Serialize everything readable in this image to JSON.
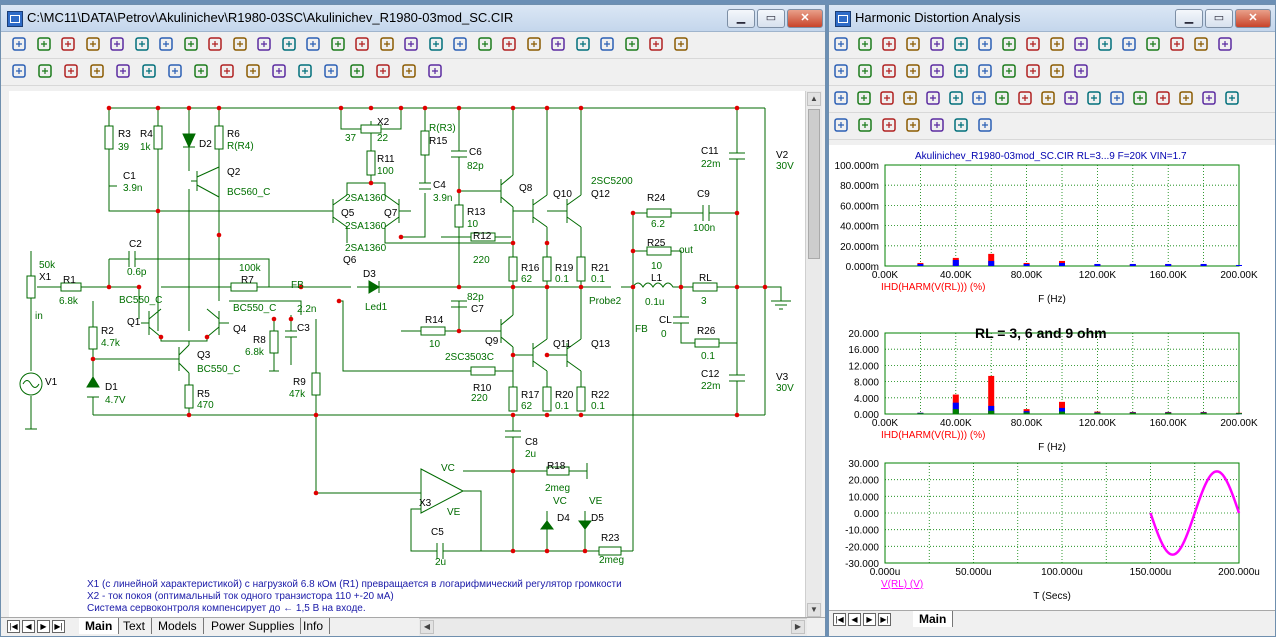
{
  "left_window": {
    "title": "C:\\MC11\\DATA\\Petrov\\Akulinichev\\R1980-03SC\\Akulinichev_R1980-03mod_SC.CIR",
    "notes": [
      "X1 (с линейной характеристикой) с нагрузкой 6.8 кОм (R1) превращается в логарифмический регулятор громкости",
      "X2 - ток покоя (оптимальный ток одного транзистора 110 +-20 мА)",
      "Система сервоконтроля компенсирует до ← 1,5 В на входе."
    ],
    "tabs": [
      "Main",
      "Text",
      "Models",
      "Power Supplies",
      "Info"
    ],
    "active_tab": "Main",
    "schematic": {
      "labels": {
        "r3": "R3",
        "r3v": "39",
        "r4": "R4",
        "r4v": "1k",
        "d2": "D2",
        "r6": "R6",
        "r6v": "R(R4)",
        "c1": "C1",
        "c1v": "3.9n",
        "q2": "Q2",
        "q2m": "BC560_C",
        "x2": "X2",
        "x2a": "37",
        "x2b": "22",
        "r11": "R11",
        "r11v": "100",
        "r15": "R(R3)",
        "r15n": "R15",
        "c6": "C6",
        "c6v": "82p",
        "c4": "C4",
        "c4v": "3.9n",
        "q5": "Q5",
        "q5m": "2SA1360",
        "q7": "Q7",
        "q7m": "2SA1360",
        "q7m2": "2SA1360",
        "r13": "R13",
        "r13v": "10",
        "q8": "Q8",
        "q10": "Q10",
        "q12": "Q12",
        "q12m": "2SC5200",
        "c11": "C11",
        "c11v": "22m",
        "v2": "V2",
        "v2v": "30V",
        "r24": "R24",
        "r24v": "6.2",
        "c9": "C9",
        "c9v": "100n",
        "r25": "R25",
        "r25v": "10",
        "out": "out",
        "r12": "R12",
        "r12v": "220",
        "x1": "X1",
        "x1v": "50k",
        "r1": "R1",
        "r1v": "6.8k",
        "c2": "C2",
        "c2v": "0.6p",
        "r7": "R7",
        "r7v": "100k",
        "fb": "FB",
        "q6": "Q6",
        "r16": "R16",
        "r16v": "62",
        "r19": "R19",
        "r19v": "0.1",
        "r21": "R21",
        "r21v": "0.1",
        "l1": "L1",
        "l1v": "0.1u",
        "rl": "RL",
        "rlv": "3",
        "d3": "D3",
        "led": "Led1",
        "probe": "Probe2",
        "q1m": "BC550_C",
        "q1": "Q1",
        "q4": "Q4",
        "q4m": "BC550_C",
        "c3v": "2.2n",
        "c3": "C3",
        "c7": "C7",
        "c7v": "82p",
        "cl": "CL",
        "clv": "0",
        "fb2": "FB",
        "r2": "R2",
        "r2v": "4.7k",
        "r14": "R14",
        "r14v": "10",
        "r8": "R8",
        "r8v": "6.8k",
        "r26": "R26",
        "r26v": "0.1",
        "q3": "Q3",
        "q3m": "BC550_C",
        "q9": "Q9",
        "q9m": "2SC3503C",
        "q11": "Q11",
        "q13": "Q13",
        "r9": "R9",
        "r9v": "47k",
        "v1": "V1",
        "d1": "D1",
        "d1v": "4.7V",
        "r5": "R5",
        "r5v": "470",
        "c12": "C12",
        "c12v": "22m",
        "v3": "V3",
        "v3v": "30V",
        "r10": "R10",
        "r10v": "220",
        "r17": "R17",
        "r17v": "62",
        "r20": "R20",
        "r20v": "0.1",
        "r22": "R22",
        "r22v": "0.1",
        "c8": "C8",
        "c8v": "2u",
        "vc": "VC",
        "r18": "R18",
        "r18v": "2meg",
        "x3": "X3",
        "ve": "VE",
        "vc2": "VC",
        "ve2": "VE",
        "d4": "D4",
        "d5": "D5",
        "c5": "C5",
        "c5v": "2u",
        "r23": "R23",
        "r23v": "2meg",
        "in": "in"
      }
    }
  },
  "right_window": {
    "title": "Harmonic Distortion Analysis",
    "tabs": [
      "Main"
    ],
    "active_tab": "Main",
    "annotation": "RL = 3, 6 and 9 ohm",
    "plot_title": "Akulinichev_R1980-03mod_SC.CIR RL=3...9 F=20K VIN=1.7"
  },
  "chart_data": [
    {
      "type": "bar",
      "title": "Akulinichev_R1980-03mod_SC.CIR RL=3...9 F=20K VIN=1.7",
      "ylabel": "IHD(HARM(V(RL))) (%)",
      "xlabel": "F (Hz)",
      "x_ticks": [
        "0.00K",
        "40.00K",
        "80.00K",
        "120.00K",
        "160.00K",
        "200.00K"
      ],
      "y_ticks": [
        "0.000m",
        "20.000m",
        "40.000m",
        "60.000m",
        "80.000m",
        "100.000m"
      ],
      "xlim": [
        0,
        200000
      ],
      "ylim": [
        0,
        0.1
      ],
      "x": [
        20000,
        40000,
        60000,
        80000,
        100000,
        120000,
        140000,
        160000,
        180000,
        200000
      ],
      "series": [
        {
          "color": "#ff0000",
          "values": [
            0.003,
            0.008,
            0.012,
            0.003,
            0.005,
            0.002,
            0.002,
            0.002,
            0.002,
            0.001
          ]
        },
        {
          "color": "#0000ff",
          "values": [
            0.002,
            0.006,
            0.005,
            0.002,
            0.003,
            0.002,
            0.002,
            0.002,
            0.002,
            0.001
          ]
        }
      ]
    },
    {
      "type": "bar",
      "ylabel": "IHD(HARM(V(RL))) (%)",
      "xlabel": "F (Hz)",
      "x_ticks": [
        "0.00K",
        "40.00K",
        "80.00K",
        "120.00K",
        "160.00K",
        "200.00K"
      ],
      "y_ticks": [
        "0.000",
        "4.000",
        "8.000",
        "12.000",
        "16.000",
        "20.000"
      ],
      "xlim": [
        0,
        200000
      ],
      "ylim": [
        0,
        20
      ],
      "x": [
        20000,
        40000,
        60000,
        80000,
        100000,
        120000,
        140000,
        160000,
        180000,
        200000
      ],
      "series": [
        {
          "color": "#ff0000",
          "values": [
            0.3,
            4.8,
            9.4,
            1.2,
            3.0,
            0.6,
            0.5,
            0.5,
            0.5,
            0.3
          ]
        },
        {
          "color": "#0000ff",
          "values": [
            0.3,
            2.8,
            2.0,
            0.7,
            1.5,
            0.4,
            0.4,
            0.4,
            0.4,
            0.2
          ]
        },
        {
          "color": "#008000",
          "values": [
            0.2,
            1.2,
            0.8,
            0.4,
            0.6,
            0.3,
            0.3,
            0.3,
            0.3,
            0.2
          ]
        }
      ]
    },
    {
      "type": "line",
      "ylabel": "V(RL) (V)",
      "xlabel": "T (Secs)",
      "x_ticks": [
        "0.000u",
        "50.000u",
        "100.000u",
        "150.000u",
        "200.000u"
      ],
      "y_ticks": [
        "-30.000",
        "-20.000",
        "-10.000",
        "0.000",
        "10.000",
        "20.000",
        "30.000"
      ],
      "xlim": [
        0,
        0.0002
      ],
      "ylim": [
        -30,
        30
      ],
      "series": [
        {
          "color": "#ff00ff",
          "x": [
            0.00015,
            0.0001625,
            0.000175,
            0.0001875,
            0.0002
          ],
          "y": [
            0,
            -25,
            0,
            25,
            0
          ]
        }
      ]
    }
  ],
  "colors": {
    "title_bar": "#c4d6ec",
    "wire": "#006a00",
    "node": "#e00000",
    "plot_grid": "#008000",
    "desktop": "#6b8fb5"
  },
  "icons": {
    "left_toolbar1": [
      "pointer-icon",
      "wire-icon",
      "text-icon",
      "pen-icon",
      "line-icon",
      "bus-icon",
      "component-icon",
      "dropdown-icon",
      "edit-icon",
      "info-icon",
      "help-icon",
      "probe-icon",
      "grid-icon",
      "attribute-icon",
      "node-numbers-icon",
      "pin-icon",
      "model-icon",
      "grid-text-icon",
      "find-icon",
      "ground-icon",
      "lightning-icon",
      "check-icon",
      "rubber-band-icon",
      "warning-icon",
      "grid-toggle-icon",
      "page-icon",
      "copy-page-icon",
      "properties-icon"
    ],
    "left_toolbar2": [
      "select-icon",
      "box-icon",
      "rotate-icon",
      "flip-icon",
      "mirror-icon",
      "find-binoculars-icon",
      "find-next-icon",
      "stop-icon",
      "cancel-icon",
      "group-icon",
      "ungroup-icon",
      "zoom-in-icon",
      "zoom-out-icon",
      "zoom-fit-icon",
      "pan-icon",
      "tile-icon",
      "font-icon"
    ],
    "right_toolbar1": [
      "cursor-icon",
      "add-plot-icon",
      "scale-icon",
      "scale-2-icon",
      "scale-3-icon",
      "edit-plot-icon",
      "fx-icon",
      "text-icon",
      "properties-icon",
      "run-icon",
      "step-icon",
      "stop-icon",
      "pause-icon",
      "cursor-mode-icon",
      "cursor-mode-2-icon",
      "box-icon",
      "copy-icon"
    ],
    "right_toolbar2": [
      "grid-1-icon",
      "grid-2-icon",
      "grid-3-icon",
      "grid-4-icon",
      "hline-icon",
      "vline-icon",
      "zoom-a-icon",
      "zoom-b-icon",
      "zoom-c-icon",
      "zoom-d-icon",
      "props-icon"
    ],
    "right_toolbar3": [
      "cursor-a-icon",
      "cursor-b-icon",
      "cursor-c-icon",
      "cursor-d-icon",
      "cursor-e-icon",
      "cursor-f-icon",
      "cursor-g-icon",
      "cursor-h-icon",
      "cursor-i-icon",
      "cursor-j-icon",
      "cursor-k-icon",
      "cursor-l-icon",
      "cursor-m-icon",
      "dropdown-icon",
      "list-icon",
      "calc-icon",
      "tile-icon",
      "split-icon"
    ],
    "right_toolbar4": [
      "zoom-in-icon",
      "zoom-out-icon",
      "zoom-fit-icon",
      "layout-icon",
      "font-icon",
      "group-icon",
      "ungroup-icon"
    ]
  }
}
